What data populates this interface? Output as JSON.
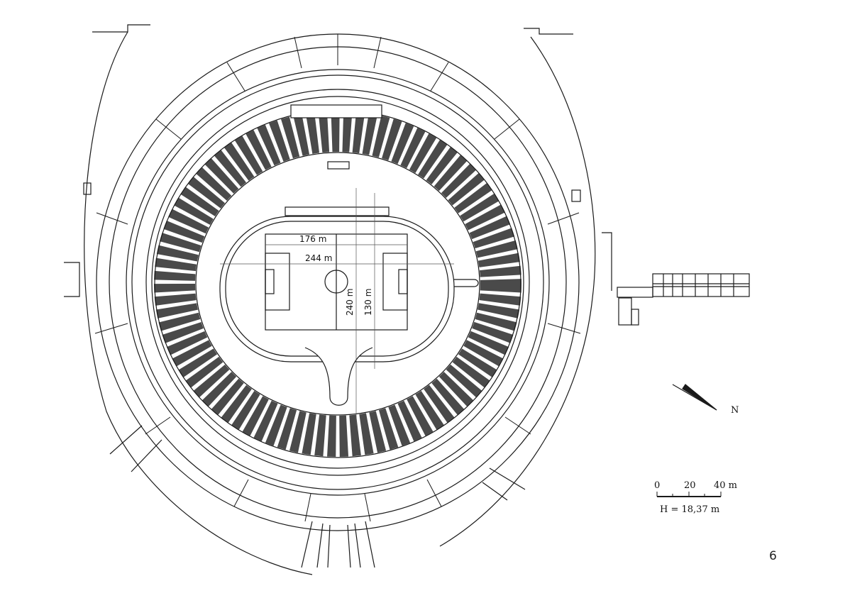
{
  "labels": {
    "field_width": "176 m",
    "track_length": "244 m",
    "field_height": "240 m",
    "track_width": "130 m"
  },
  "north_label": "N",
  "scale": {
    "tick_0": "0",
    "tick_20": "20",
    "tick_40": "40 m",
    "height_note": "H = 18,37 m"
  },
  "page_number": "6",
  "colors": {
    "ink": "#1a1a1a",
    "paper": "#ffffff",
    "seat_fill": "#4a4a4a"
  }
}
